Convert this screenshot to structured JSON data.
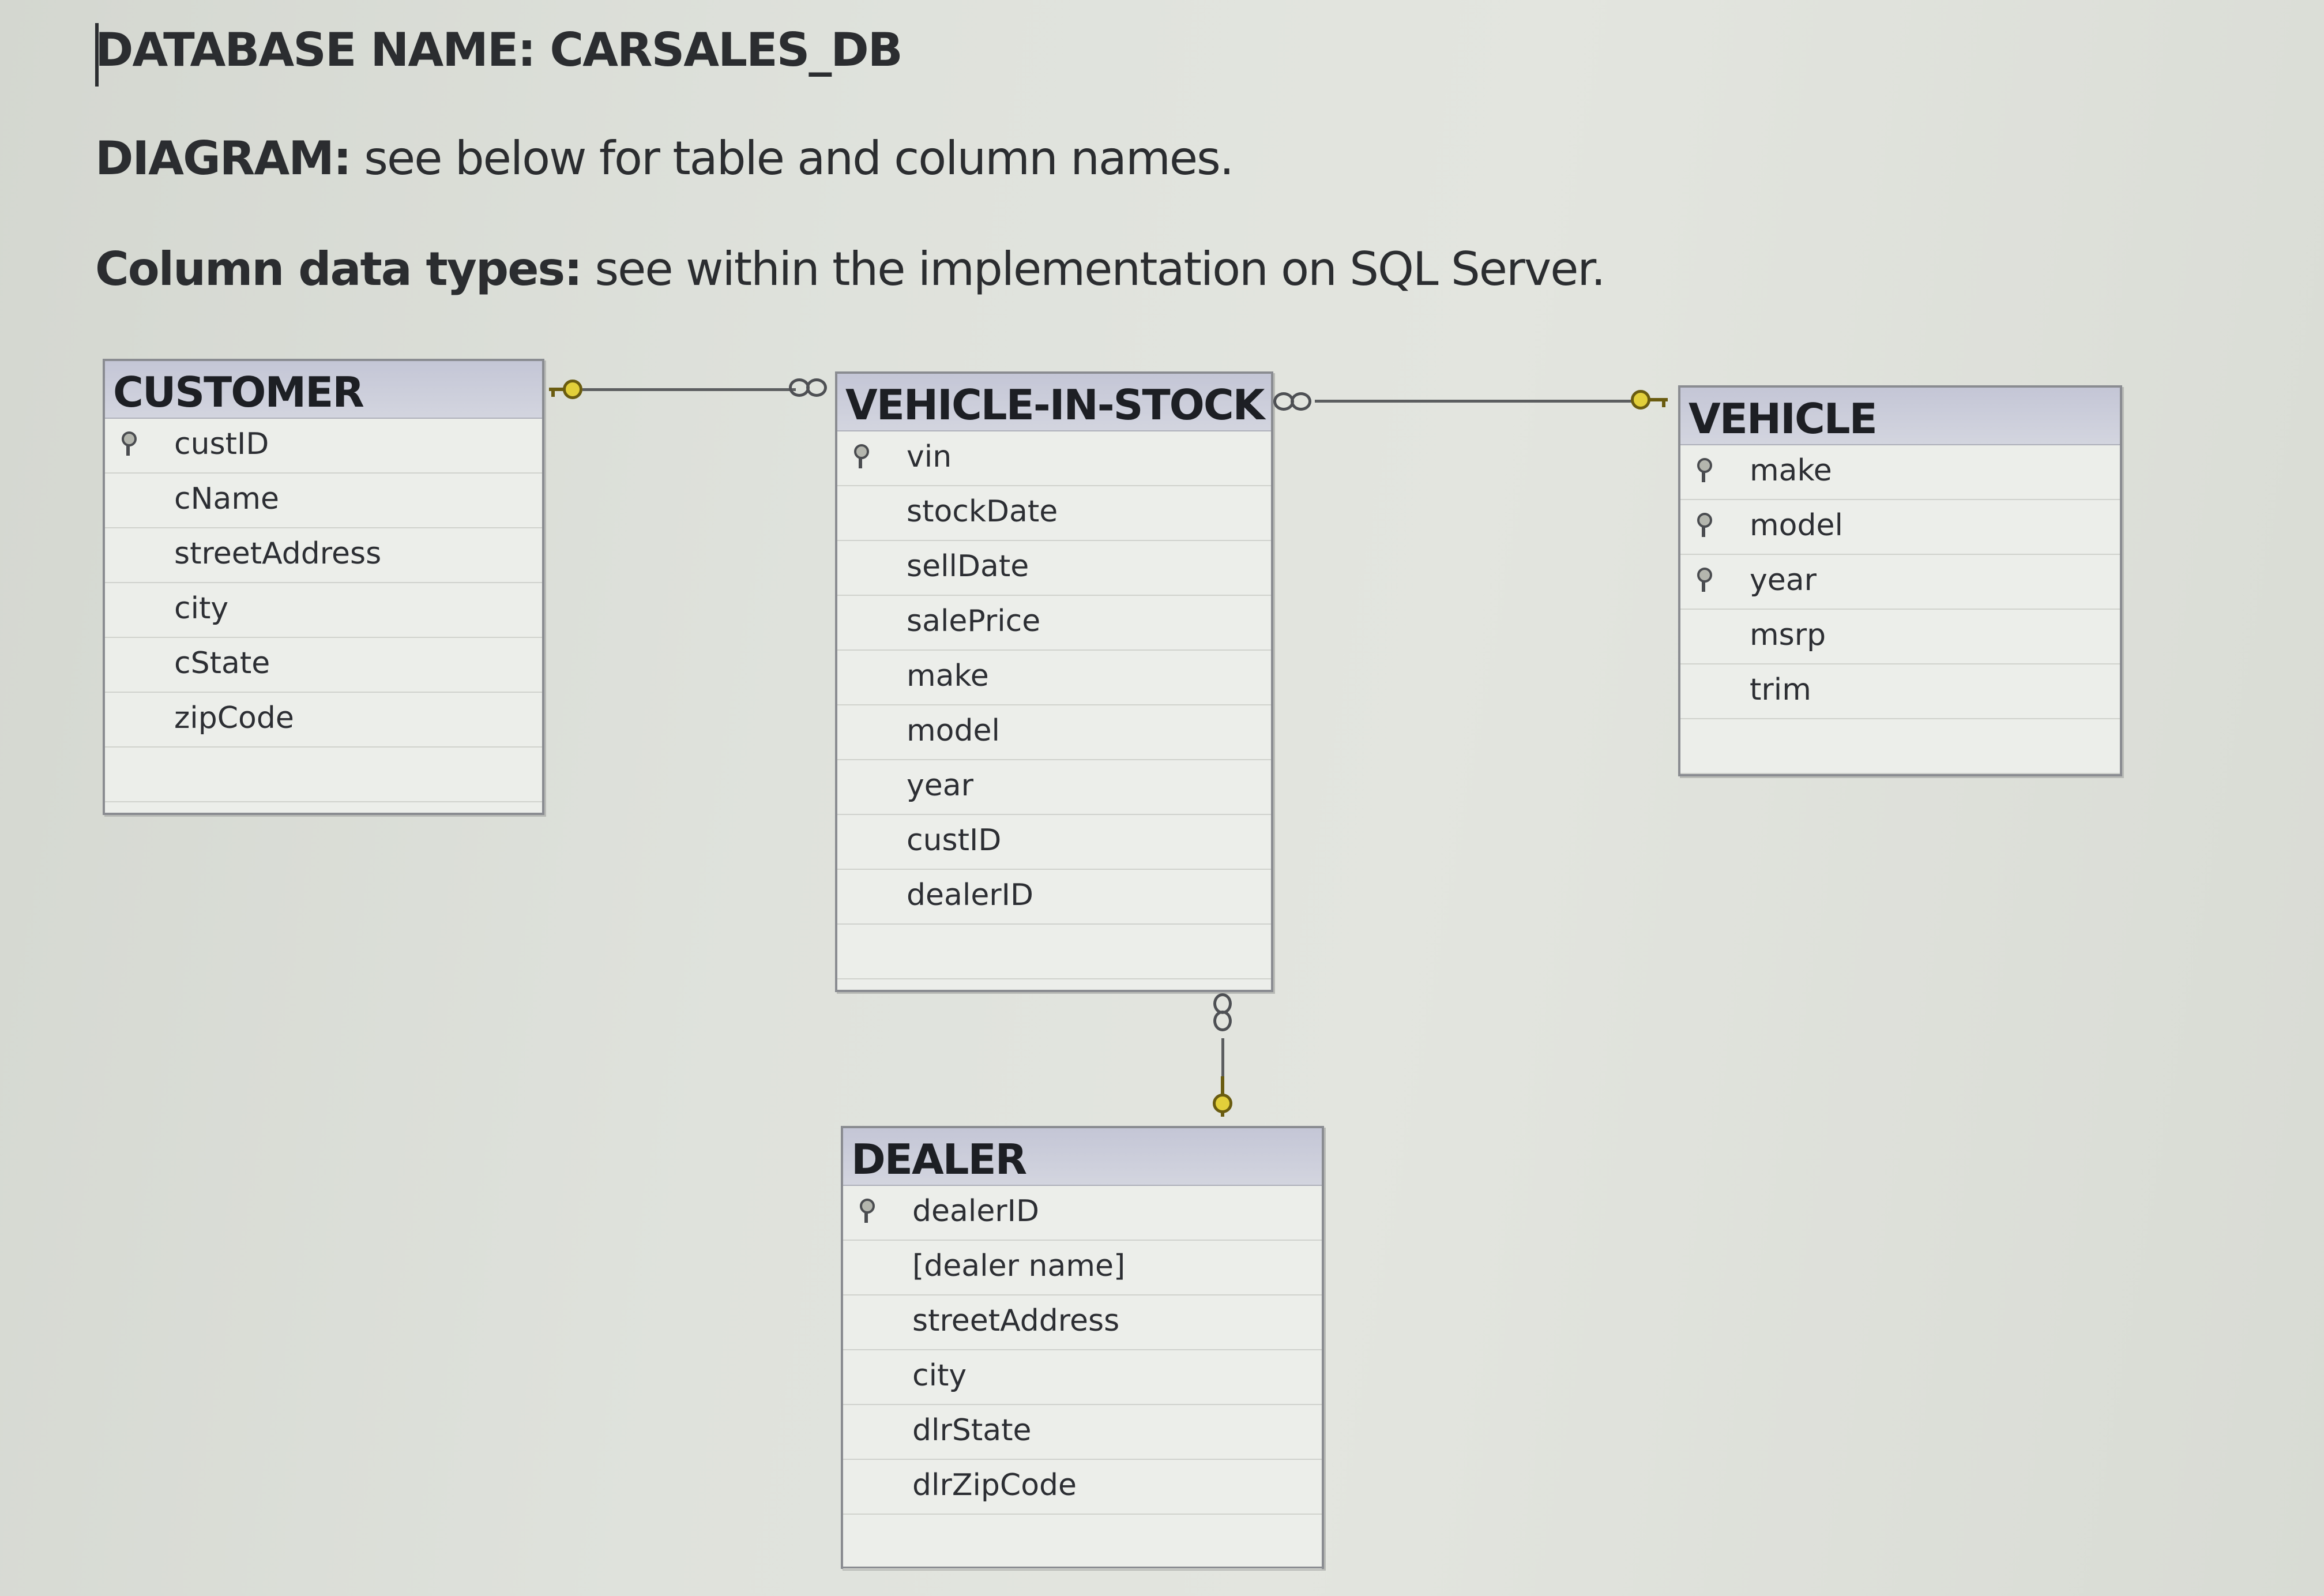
{
  "header": {
    "database_line": "DATABASE NAME: CARSALES_DB",
    "diagram_label": "DIAGRAM:",
    "diagram_text": " see below for table and column names.",
    "types_label": "Column data types:",
    "types_text": " see within the implementation on SQL Server."
  },
  "tables": {
    "customer": {
      "name": "CUSTOMER",
      "columns": [
        "custID",
        "cName",
        "streetAddress",
        "city",
        "cState",
        "zipCode"
      ],
      "keys": [
        "custID"
      ]
    },
    "vehicle_in_stock": {
      "name": "VEHICLE-IN-STOCK",
      "columns": [
        "vin",
        "stockDate",
        "sellDate",
        "salePrice",
        "make",
        "model",
        "year",
        "custID",
        "dealerID"
      ],
      "keys": [
        "vin"
      ]
    },
    "vehicle": {
      "name": "VEHICLE",
      "columns": [
        "make",
        "model",
        "year",
        "msrp",
        "trim"
      ],
      "keys": [
        "make",
        "model",
        "year"
      ]
    },
    "dealer": {
      "name": "DEALER",
      "columns": [
        "dealerID",
        "[dealer name]",
        "streetAddress",
        "city",
        "dlrState",
        "dlrZipCode"
      ],
      "keys": [
        "dealerID"
      ]
    }
  },
  "relationships": [
    {
      "from": "CUSTOMER",
      "to": "VEHICLE-IN-STOCK",
      "from_end": "one-key",
      "to_end": "many-infinity"
    },
    {
      "from": "VEHICLE-IN-STOCK",
      "to": "VEHICLE",
      "from_end": "many-infinity",
      "to_end": "one-key"
    },
    {
      "from": "VEHICLE-IN-STOCK",
      "to": "DEALER",
      "from_end": "many-infinity",
      "to_end": "one-key"
    }
  ],
  "colors": {
    "title_bar": "#c9cbd9",
    "key_icon": "#e2cf3a",
    "line": "#5c5e60"
  }
}
